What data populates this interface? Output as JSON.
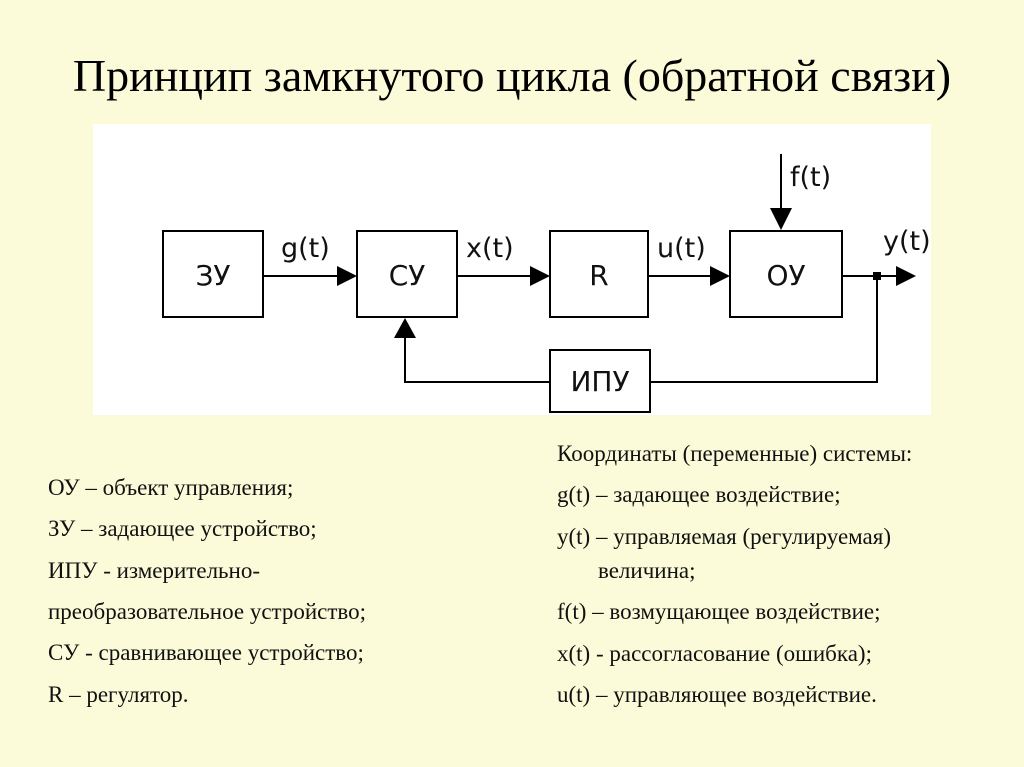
{
  "title": "Принцип замкнутого цикла (обратной связи)",
  "diagram": {
    "blocks": {
      "zu": "ЗУ",
      "su": "СУ",
      "r": "R",
      "ou": "ОУ",
      "ipu": "ИПУ"
    },
    "signals": {
      "g": "g(t)",
      "x": "x(t)",
      "u": "u(t)",
      "y": "y(t)",
      "f": "f(t)"
    }
  },
  "left_legend": [
    "ОУ – объект управления;",
    "ЗУ – задающее устройство;",
    "ИПУ - измерительно-",
    "преобразовательное устройство;",
    "СУ - сравнивающее устройство;",
    "R – регулятор."
  ],
  "right_legend": {
    "heading": "Координаты (переменные) системы:",
    "items": [
      "g(t) – задающее воздействие;",
      "y(t) – управляемая (регулируемая)",
      "величина;",
      "f(t) – возмущающее воздействие;",
      "x(t) - рассогласование (ошибка);",
      "u(t) – управляющее воздействие."
    ]
  }
}
